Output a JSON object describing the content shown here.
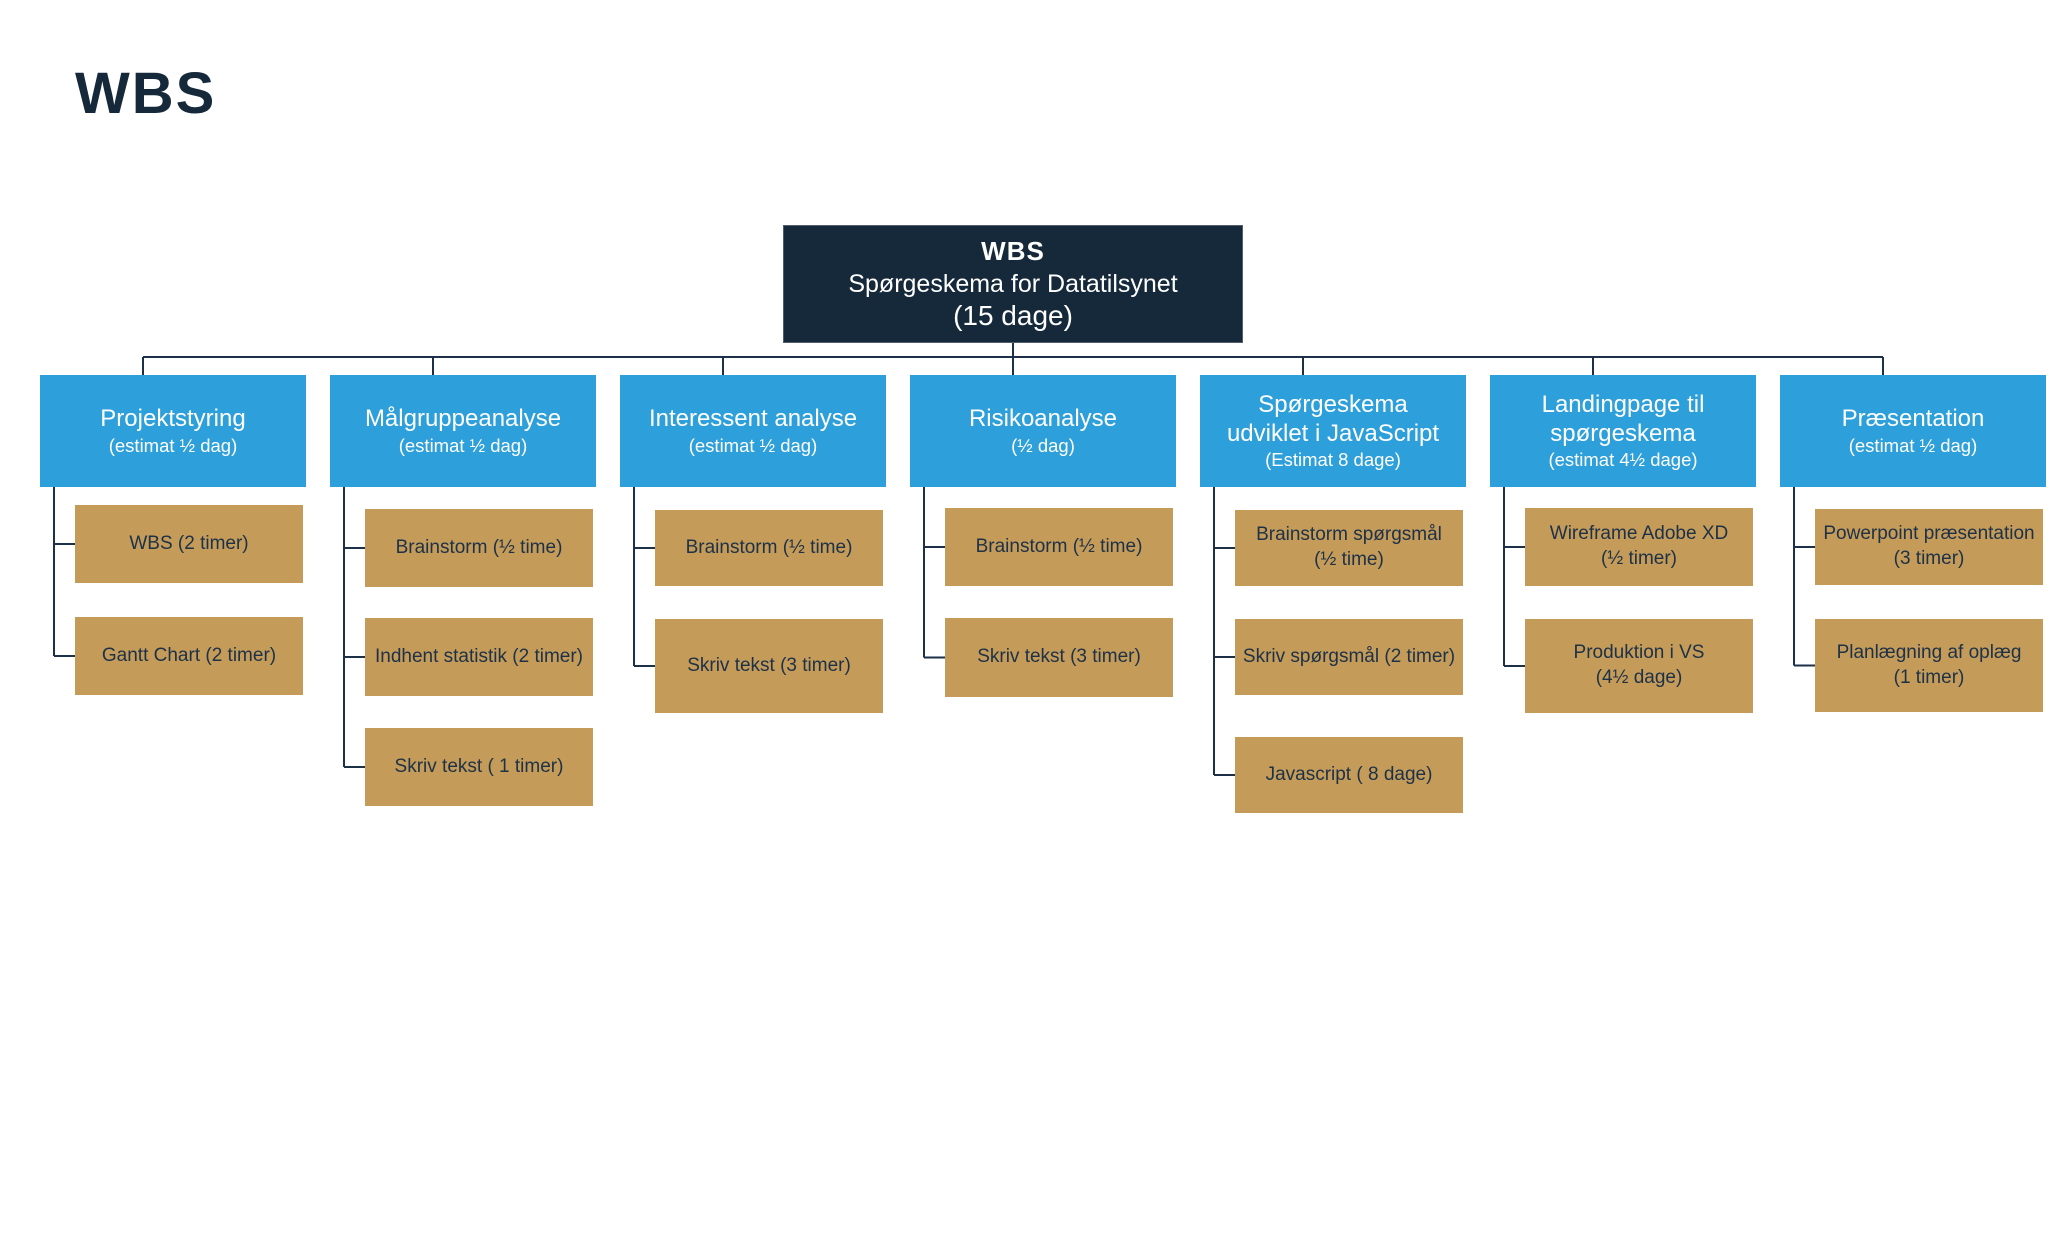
{
  "page_title": "WBS",
  "colors": {
    "navy": "#16293A",
    "blue": "#2D9FDB",
    "tan": "#C49B58",
    "line": "#1C3048",
    "text": "#1D3148",
    "background": "#FFFFFF"
  },
  "root": {
    "title": "WBS",
    "subtitle": "Spørgeskema for Datatilsynet",
    "estimate": "(15 dage)"
  },
  "columns": [
    {
      "title": "Projektstyring",
      "subtitle": "(estimat ½ dag)",
      "tasks": [
        {
          "label": "WBS (2 timer)"
        },
        {
          "label": "Gantt Chart (2 timer)"
        }
      ]
    },
    {
      "title": "Målgruppeanalyse",
      "subtitle": "(estimat ½ dag)",
      "tasks": [
        {
          "label": "Brainstorm (½ time)"
        },
        {
          "label": "Indhent statistik (2 timer)"
        },
        {
          "label": "Skriv tekst  ( 1 timer)"
        }
      ]
    },
    {
      "title": "Interessent analyse",
      "subtitle": "(estimat ½ dag)",
      "tasks": [
        {
          "label": "Brainstorm (½ time)"
        },
        {
          "label": "Skriv tekst (3 timer)"
        }
      ]
    },
    {
      "title": "Risikoanalyse",
      "subtitle": "(½ dag)",
      "tasks": [
        {
          "label": "Brainstorm (½ time)"
        },
        {
          "label": "Skriv tekst (3 timer)"
        }
      ]
    },
    {
      "title": "Spørgeskema\nudviklet i JavaScript",
      "subtitle": "(Estimat 8 dage)",
      "tasks": [
        {
          "label": "Brainstorm spørgsmål\n(½ time)"
        },
        {
          "label": "Skriv spørgsmål (2 timer)"
        },
        {
          "label": "Javascript ( 8 dage)"
        }
      ]
    },
    {
      "title": "Landingpage til\nspørgeskema",
      "subtitle": "(estimat 4½ dage)",
      "tasks": [
        {
          "label": "Wireframe Adobe XD\n(½ timer)"
        },
        {
          "label": "Produktion i VS\n(4½ dage)"
        }
      ]
    },
    {
      "title": "Præsentation",
      "subtitle": "(estimat ½ dag)",
      "tasks": [
        {
          "label": "Powerpoint præsentation\n(3 timer)"
        },
        {
          "label": "Planlægning af oplæg\n(1 timer)"
        }
      ]
    }
  ]
}
